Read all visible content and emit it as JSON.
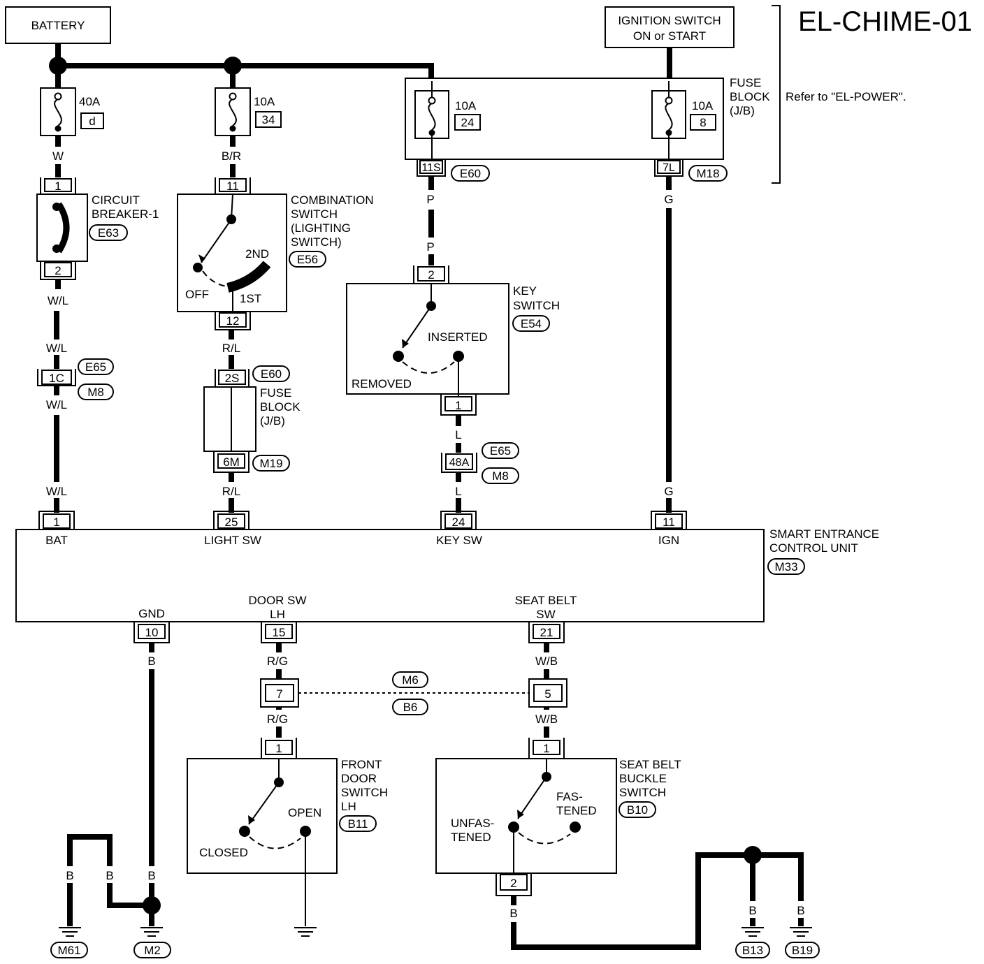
{
  "title": "EL-CHIME-01",
  "battery": "BATTERY",
  "ignition": {
    "line1": "IGNITION SWITCH",
    "line2": "ON or START"
  },
  "fuse_block_jb": {
    "line1": "FUSE",
    "line2": "BLOCK",
    "line3": "(J/B)",
    "note": "Refer to \"EL-POWER\"."
  },
  "fuses": [
    {
      "amp": "40A",
      "id": "d"
    },
    {
      "amp": "10A",
      "id": "34"
    },
    {
      "amp": "10A",
      "id": "24"
    },
    {
      "amp": "10A",
      "id": "8"
    }
  ],
  "jb_terminals": {
    "t11s": "11S",
    "e60": "E60",
    "t7l": "7L",
    "m18": "M18"
  },
  "wires": {
    "w": "W",
    "br": "B/R",
    "p1": "P",
    "p2": "P",
    "g1": "G",
    "g2": "G",
    "wl1": "W/L",
    "wl2": "W/L",
    "wl3": "W/L",
    "wl4": "W/L",
    "rl1": "R/L",
    "rl2": "R/L",
    "l1": "L",
    "l2": "L",
    "b_gnd": "B",
    "rg1": "R/G",
    "rg2": "R/G",
    "wb1": "W/B",
    "wb2": "W/B",
    "b_m61": "B",
    "b_m2a": "B",
    "b_m2b": "B",
    "b_sb": "B",
    "b_b13": "B",
    "b_b19": "B"
  },
  "circuit_breaker": {
    "line1": "CIRCUIT",
    "line2": "BREAKER-1",
    "conn": "E63",
    "pin_in": "1",
    "pin_out": "2"
  },
  "combination_switch": {
    "line1": "COMBINATION",
    "line2": "SWITCH",
    "line3": "(LIGHTING",
    "line4": "SWITCH)",
    "conn": "E56",
    "pin_in": "11",
    "pin_out": "12",
    "pos_off": "OFF",
    "pos_1st": "1ST",
    "pos_2nd": "2ND"
  },
  "joint_connectors": {
    "c1c": "1C",
    "c1c_e": "E65",
    "c1c_m": "M8",
    "c2s": "2S",
    "c2s_e": "E60",
    "c6m": "6M",
    "c6m_m": "M19",
    "c48a": "48A",
    "c48a_e": "E65",
    "c48a_m": "M8"
  },
  "fuse_block_mid": {
    "line1": "FUSE",
    "line2": "BLOCK",
    "line3": "(J/B)"
  },
  "key_switch": {
    "line1": "KEY",
    "line2": "SWITCH",
    "conn": "E54",
    "pin_in": "2",
    "pin_out": "1",
    "inserted": "INSERTED",
    "removed": "REMOVED"
  },
  "control_unit": {
    "line1": "SMART ENTRANCE",
    "line2": "CONTROL UNIT",
    "conn": "M33",
    "pins_top": [
      {
        "pin": "1",
        "label": "BAT"
      },
      {
        "pin": "25",
        "label": "LIGHT SW"
      },
      {
        "pin": "24",
        "label": "KEY SW"
      },
      {
        "pin": "11",
        "label": "IGN"
      }
    ],
    "pins_bottom": [
      {
        "pin": "10",
        "label": "GND",
        "label2": ""
      },
      {
        "pin": "15",
        "label": "DOOR SW",
        "label2": "LH"
      },
      {
        "pin": "21",
        "label": "SEAT BELT",
        "label2": "SW"
      }
    ]
  },
  "mid_connectors": {
    "c7": "7",
    "c5": "5",
    "m6": "M6",
    "b6": "B6"
  },
  "front_door_switch": {
    "line1": "FRONT",
    "line2": "DOOR",
    "line3": "SWITCH",
    "line4": "LH",
    "conn": "B11",
    "pin": "1",
    "open": "OPEN",
    "closed": "CLOSED"
  },
  "seat_belt_switch": {
    "line1": "SEAT BELT",
    "line2": "BUCKLE",
    "line3": "SWITCH",
    "conn": "B10",
    "pin_in": "1",
    "pin_out": "2",
    "fas1": "FAS-",
    "fas2": "TENED",
    "unfas1": "UNFAS-",
    "unfas2": "TENED"
  },
  "grounds": [
    "M61",
    "M2",
    "B13",
    "B19"
  ]
}
